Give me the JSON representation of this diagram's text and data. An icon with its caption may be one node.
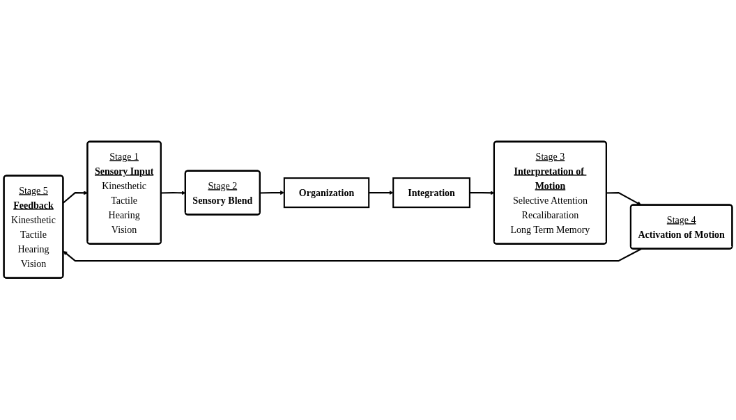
{
  "diagram": {
    "nodes": [
      {
        "text": [
          "Stage 5",
          "Feedback",
          "Kinesthetic",
          "Tactile",
          "Hearing",
          "Vision"
        ]
      },
      {
        "text": [
          "Stage 1",
          "Sensory Input",
          "Kinesthetic",
          "Tactile",
          "Hearing",
          "Vision"
        ]
      },
      {
        "text": [
          "Stage 2",
          "Sensory Blend"
        ]
      },
      {
        "text": [
          "Organization"
        ]
      },
      {
        "text": [
          "Stage 4",
          "Activation of Motion"
        ]
      },
      {
        "text": [
          "Stage 3",
          "Interpretation of Motion",
          "Selective Attention",
          "Recalibaration",
          "Long Term Memory"
        ]
      },
      {
        "text": [
          "Integration"
        ]
      }
    ],
    "edges": [
      {
        "from": 0,
        "to": 1,
        "arrow": "to"
      },
      {
        "from": 1,
        "to": 2,
        "arrow": "to"
      },
      {
        "from": 2,
        "to": 3,
        "arrow": "to"
      },
      {
        "from": 3,
        "to": 6,
        "arrow": "to"
      },
      {
        "from": 6,
        "to": 5,
        "arrow": "to"
      },
      {
        "from": 5,
        "to": 4,
        "arrow": "to"
      },
      {
        "from": 4,
        "to": 0,
        "arrow": "to"
      }
    ]
  }
}
